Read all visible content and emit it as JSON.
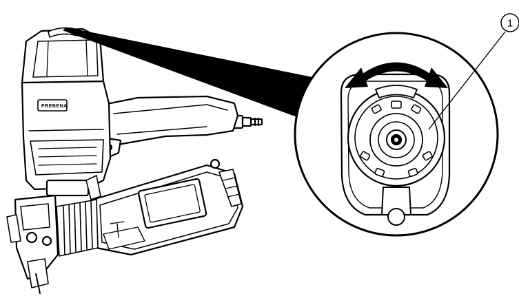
{
  "figure": {
    "brand_label": "PREBENA",
    "callouts": [
      {
        "number": "1",
        "target": "exhaust-deflector"
      }
    ]
  }
}
